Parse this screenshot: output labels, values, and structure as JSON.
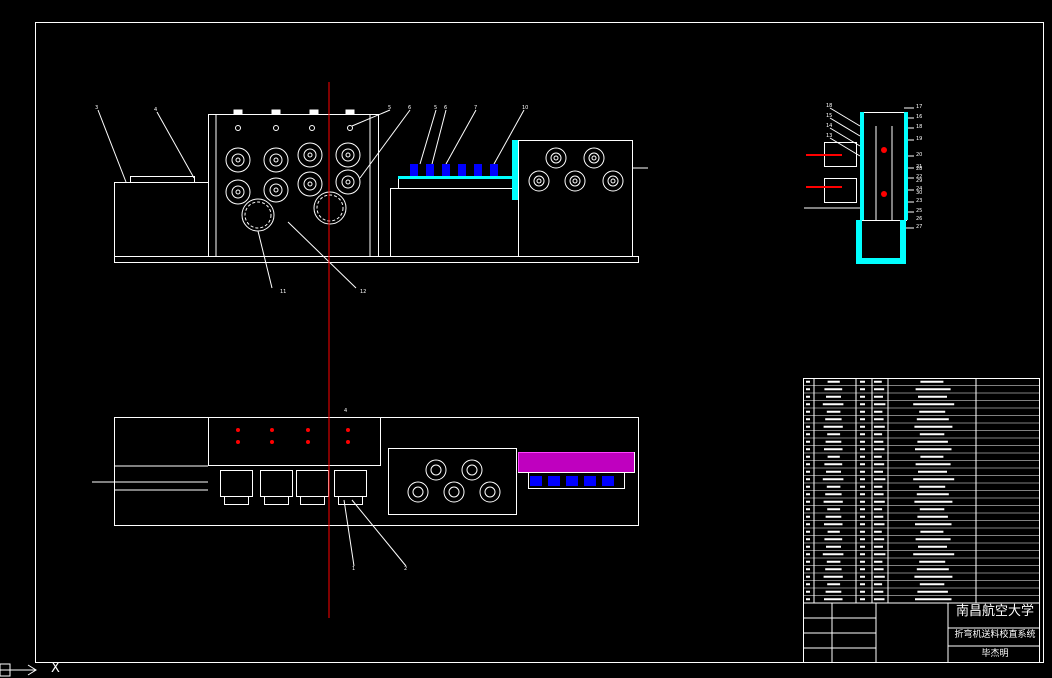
{
  "title_block": {
    "school": "南昌航空大学",
    "project_title": "折弯机送料校直系统",
    "author": "毕杰明"
  },
  "ucs_axis_label": "X",
  "colors": {
    "background": "#000000",
    "linework": "#ffffff",
    "centerline": "#ff0000",
    "section_cyan": "#00ffff",
    "parts_blue": "#0000ff",
    "hatch_magenta": "#ff00ff",
    "marker_yellow": "#ffff00"
  },
  "front_view": {
    "balloons": [
      "3",
      "4",
      "5",
      "6",
      "5",
      "6",
      "7",
      "10",
      "11",
      "12"
    ]
  },
  "top_view": {
    "balloons": [
      "1",
      "2",
      "4"
    ]
  },
  "side_view": {
    "balloons": [
      "18",
      "15",
      "14",
      "13",
      "17",
      "16",
      "18",
      "19",
      "20",
      "21",
      "22",
      "24",
      "23",
      "25",
      "26",
      "27",
      "28",
      "29",
      "30"
    ]
  },
  "parts_list": {
    "row_count": 30
  }
}
